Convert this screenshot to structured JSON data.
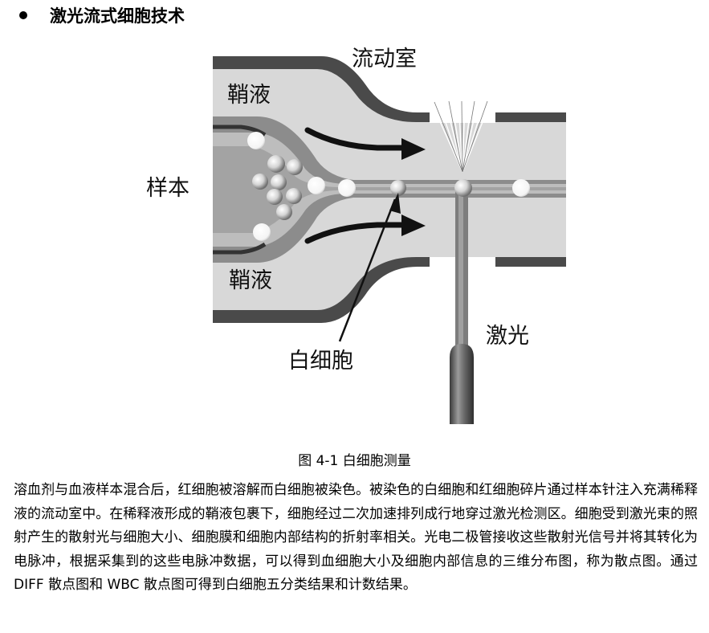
{
  "heading": {
    "bullet": "●",
    "title": "激光流式细胞技术"
  },
  "figure": {
    "labels": {
      "flow_chamber": "流动室",
      "sheath_top": "鞘液",
      "sheath_bottom": "鞘液",
      "sample": "样本",
      "white_cell": "白细胞",
      "laser": "激光"
    },
    "caption": "图 4-1 白细胞测量"
  },
  "body_text": "溶血剂与血液样本混合后，红细胞被溶解而白细胞被染色。被染色的白细胞和红细胞碎片通过样本针注入充满稀释液的流动室中。在稀释液形成的鞘液包裹下，细胞经过二次加速排列成行地穿过激光检测区。细胞受到激光束的照射产生的散射光与细胞大小、细胞膜和细胞内部结构的折射率相关。光电二极管接收这些散射光信号并将其转化为电脉冲，根据采集到的这些电脉冲数据，可以得到血细胞大小及细胞内部信息的三维分布图，称为散点图。通过 DIFF 散点图和 WBC 散点图可得到白细胞五分类结果和计数结果。"
}
